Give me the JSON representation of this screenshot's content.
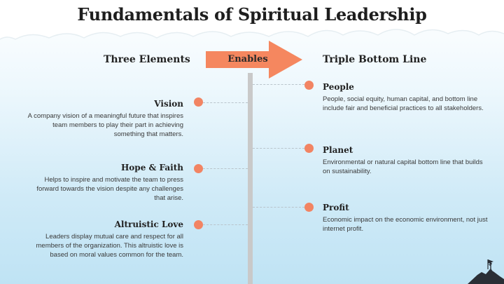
{
  "title": "Fundamentals of  Spiritual Leadership",
  "left_header": "Three Elements",
  "center_label": "Enables",
  "right_header": "Triple Bottom Line",
  "left_items": [
    {
      "title": "Vision",
      "desc": "A company vision of a meaningful future that inspires team members to play their part in achieving something that matters."
    },
    {
      "title": "Hope & Faith",
      "desc": "Helps to inspire and motivate the team to press forward towards the vision despite any challenges that arise."
    },
    {
      "title": "Altruistic Love",
      "desc": "Leaders display mutual care and respect for all members of the organization. This altruistic love is based on moral values common for the team."
    }
  ],
  "right_items": [
    {
      "title": "People",
      "desc": "People, social equity, human capital, and bottom line include fair and beneficial practices to all stakeholders."
    },
    {
      "title": "Planet",
      "desc": "Environmental or natural capital bottom line that builds on sustainability."
    },
    {
      "title": "Profit",
      "desc": "Economic impact on the economic environment, not just internet profit."
    }
  ],
  "colors": {
    "accent": "#f28463",
    "post": "#c9c9c9",
    "connector": "#b9c4cb"
  },
  "icons": {
    "arrow": "right-arrow-icon",
    "climber": "mountain-flag-icon"
  }
}
